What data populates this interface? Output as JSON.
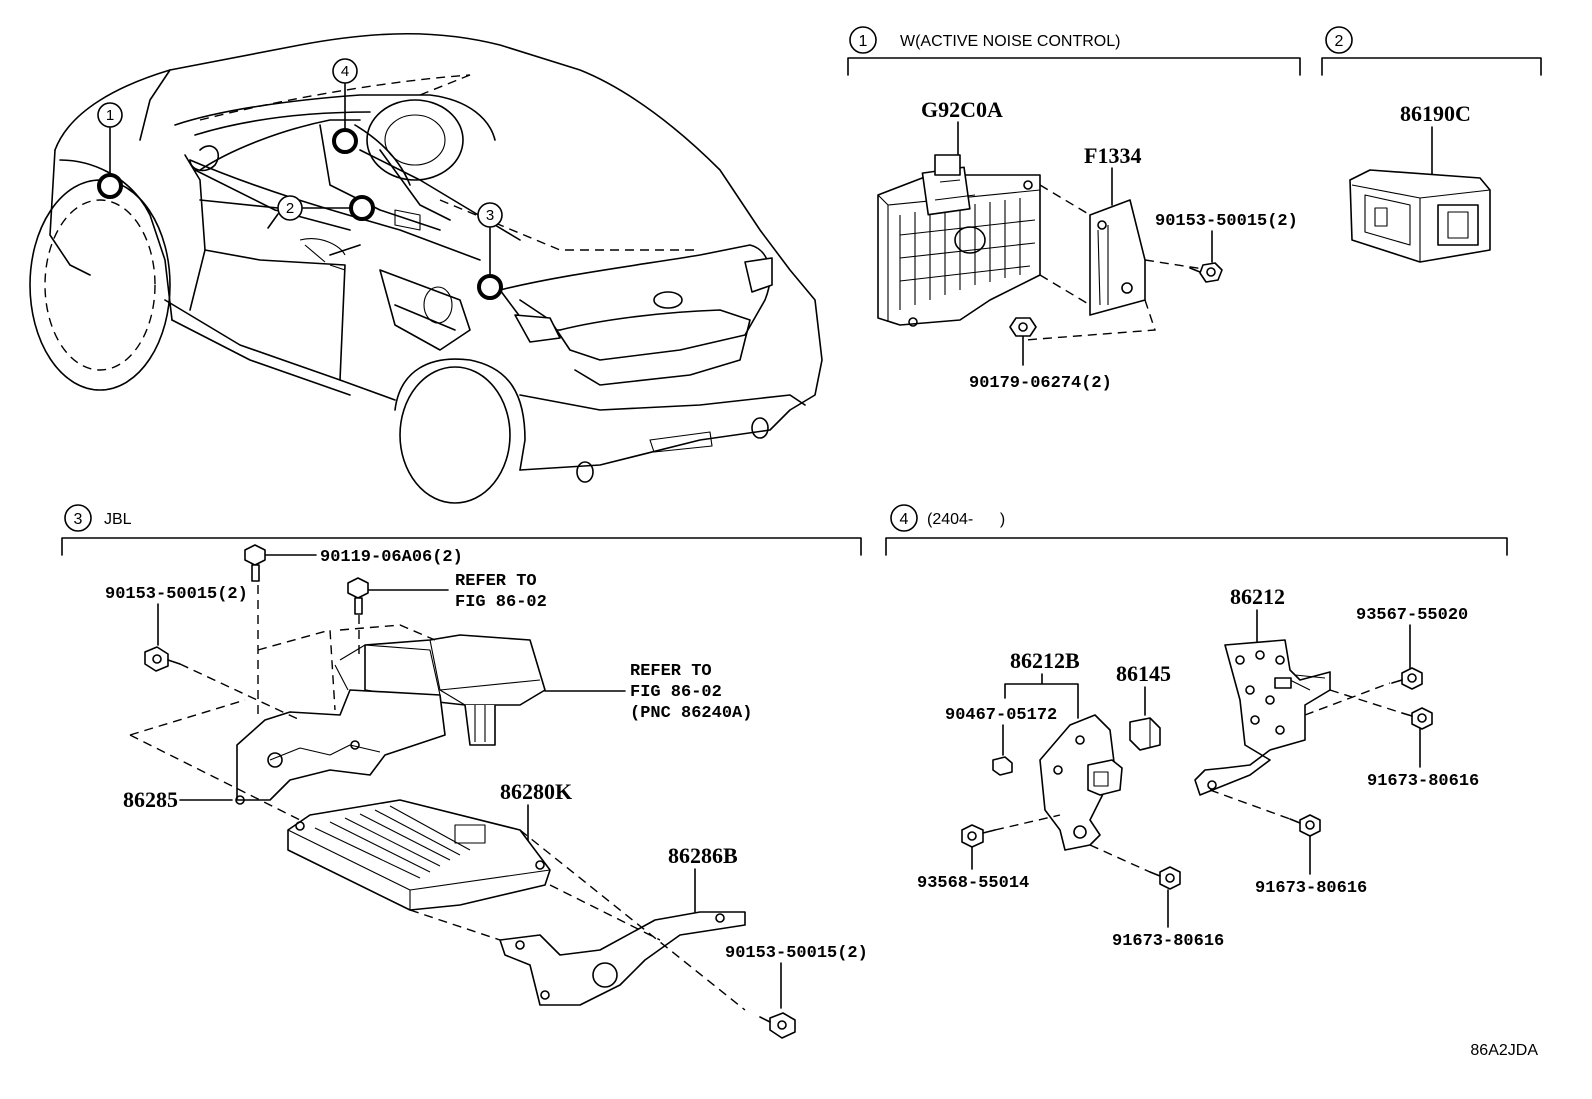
{
  "sections": {
    "s1": {
      "number": "1",
      "label": "W(ACTIVE NOISE CONTROL)"
    },
    "s2": {
      "number": "2"
    },
    "s3": {
      "number": "3",
      "label": "JBL"
    },
    "s4": {
      "number": "4",
      "label": "(2404-      )"
    }
  },
  "vehicle_callouts": [
    "1",
    "2",
    "3",
    "4"
  ],
  "parts": {
    "p_G92C0A": "G92C0A",
    "p_F1334": "F1334",
    "p_90153_top": "90153-50015(2)",
    "p_90179": "90179-06274(2)",
    "p_86190C": "86190C",
    "p_90119": "90119-06A06(2)",
    "p_90153_left": "90153-50015(2)",
    "p_refer1_a": "REFER TO",
    "p_refer1_b": "FIG 86-02",
    "p_refer2_a": "REFER TO",
    "p_refer2_b": "FIG 86-02",
    "p_refer2_c": "(PNC 86240A)",
    "p_86285": "86285",
    "p_86280K": "86280K",
    "p_86286B": "86286B",
    "p_90153_bottom": "90153-50015(2)",
    "p_86212B": "86212B",
    "p_86145": "86145",
    "p_90467": "90467-05172",
    "p_93568": "93568-55014",
    "p_91673_a": "91673-80616",
    "p_86212": "86212",
    "p_93567": "93567-55020",
    "p_91673_b": "91673-80616",
    "p_91673_c": "91673-80616"
  },
  "figure_code": "86A2JDA"
}
